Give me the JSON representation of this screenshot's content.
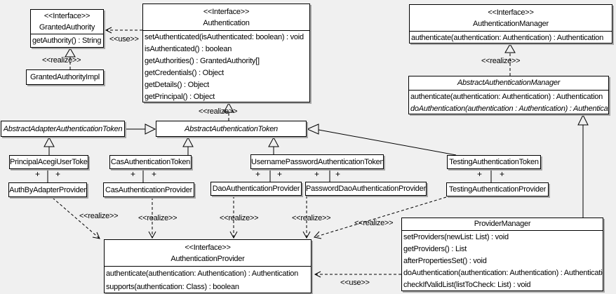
{
  "diagram": {
    "background": "#f0f0f0",
    "box_fill": "#ffffff",
    "line_color": "#000000",
    "shadow_color": "#a8a8a8"
  },
  "labels": {
    "interface": "<<Interface>>",
    "use": "<<use>>",
    "realize": "<<realize>>",
    "plus": "+"
  },
  "classes": {
    "granted_authority": {
      "stereotype": "<<Interface>>",
      "name": "GrantedAuthority",
      "methods": [
        "getAuthority() : String"
      ]
    },
    "granted_authority_impl": {
      "name": "GrantedAuthorityImpl"
    },
    "authentication": {
      "stereotype": "<<Interface>>",
      "name": "Authentication",
      "methods": [
        "setAuthenticated(isAuthenticated: boolean) : void",
        "isAuthenticated() : boolean",
        "getAuthorities() : GrantedAuthority[]",
        "getCredentials() : Object",
        "getDetails() : Object",
        "getPrincipal() : Object"
      ]
    },
    "authentication_manager": {
      "stereotype": "<<Interface>>",
      "name": "AuthenticationManager",
      "methods": [
        "authenticate(authentication: Authentication) : Authentication"
      ]
    },
    "abstract_authentication_manager": {
      "name": "AbstractAuthenticationManager",
      "abstract": true,
      "methods": [
        "authenticate(authentication: Authentication) : Authentication",
        "doAuthentication(authentication : Authentication) : Authentication"
      ]
    },
    "abstract_adapter_authentication_token": {
      "name": "AbstractAdapterAuthenticationToken",
      "abstract": true
    },
    "abstract_authentication_token": {
      "name": "AbstractAuthenticationToken",
      "abstract": true
    },
    "principal_acegi_user_token": {
      "name": "PrincipalAcegiUserToken"
    },
    "cas_authentication_token": {
      "name": "CasAuthenticationToken"
    },
    "username_password_authentication_token": {
      "name": "UsernamePasswordAuthenticationToken"
    },
    "testing_authentication_token": {
      "name": "TestingAuthenticationToken"
    },
    "auth_by_adapter_provider": {
      "name": "AuthByAdapterProvider"
    },
    "cas_authentication_provider": {
      "name": "CasAuthenticationProvider"
    },
    "dao_authentication_provider": {
      "name": "DaoAuthenticationProvider"
    },
    "password_dao_authentication_provider": {
      "name": "PasswordDaoAuthenticationProvider"
    },
    "testing_authentication_provider": {
      "name": "TestingAuthenticationProvider"
    },
    "authentication_provider": {
      "stereotype": "<<Interface>>",
      "name": "AuthenticationProvider",
      "methods": [
        "authenticate(authentication: Authentication) : Authentication",
        "supports(authentication: Class) : boolean"
      ]
    },
    "provider_manager": {
      "name": "ProviderManager",
      "methods": [
        "setProviders(newList: List) : void",
        "getProviders() : List",
        "afterPropertiesSet() : void",
        "doAuthentication(authentication: Authentication) : Authentication",
        "checkIfValidList(listToCheck: List) : void"
      ]
    }
  },
  "relationships": [
    {
      "type": "use",
      "from": "Authentication",
      "to": "GrantedAuthority"
    },
    {
      "type": "realize",
      "from": "GrantedAuthorityImpl",
      "to": "GrantedAuthority"
    },
    {
      "type": "realize",
      "from": "AbstractAuthenticationToken",
      "to": "Authentication"
    },
    {
      "type": "realize",
      "from": "AbstractAuthenticationManager",
      "to": "AuthenticationManager"
    },
    {
      "type": "generalization",
      "from": "AbstractAdapterAuthenticationToken",
      "to": "AbstractAuthenticationToken"
    },
    {
      "type": "generalization",
      "from": "PrincipalAcegiUserToken",
      "to": "AbstractAdapterAuthenticationToken"
    },
    {
      "type": "generalization",
      "from": "CasAuthenticationToken",
      "to": "AbstractAuthenticationToken"
    },
    {
      "type": "generalization",
      "from": "UsernamePasswordAuthenticationToken",
      "to": "AbstractAuthenticationToken"
    },
    {
      "type": "generalization",
      "from": "TestingAuthenticationToken",
      "to": "AbstractAuthenticationToken"
    },
    {
      "type": "generalization",
      "from": "ProviderManager",
      "to": "AbstractAuthenticationManager"
    },
    {
      "type": "association",
      "from": "PrincipalAcegiUserToken",
      "to": "AuthByAdapterProvider",
      "end_labels": [
        "+",
        "+"
      ]
    },
    {
      "type": "association",
      "from": "CasAuthenticationToken",
      "to": "CasAuthenticationProvider",
      "end_labels": [
        "+",
        "+"
      ]
    },
    {
      "type": "association",
      "from": "UsernamePasswordAuthenticationToken",
      "to": "DaoAuthenticationProvider",
      "end_labels": [
        "+",
        "+"
      ]
    },
    {
      "type": "association",
      "from": "UsernamePasswordAuthenticationToken",
      "to": "PasswordDaoAuthenticationProvider",
      "end_labels": [
        "+",
        "+"
      ]
    },
    {
      "type": "association",
      "from": "TestingAuthenticationToken",
      "to": "TestingAuthenticationProvider",
      "end_labels": [
        "+",
        "+"
      ]
    },
    {
      "type": "realize",
      "from": "AuthByAdapterProvider",
      "to": "AuthenticationProvider"
    },
    {
      "type": "realize",
      "from": "CasAuthenticationProvider",
      "to": "AuthenticationProvider"
    },
    {
      "type": "realize",
      "from": "DaoAuthenticationProvider",
      "to": "AuthenticationProvider"
    },
    {
      "type": "realize",
      "from": "PasswordDaoAuthenticationProvider",
      "to": "AuthenticationProvider"
    },
    {
      "type": "realize",
      "from": "TestingAuthenticationProvider",
      "to": "AuthenticationProvider"
    },
    {
      "type": "use",
      "from": "ProviderManager",
      "to": "AuthenticationProvider"
    }
  ]
}
